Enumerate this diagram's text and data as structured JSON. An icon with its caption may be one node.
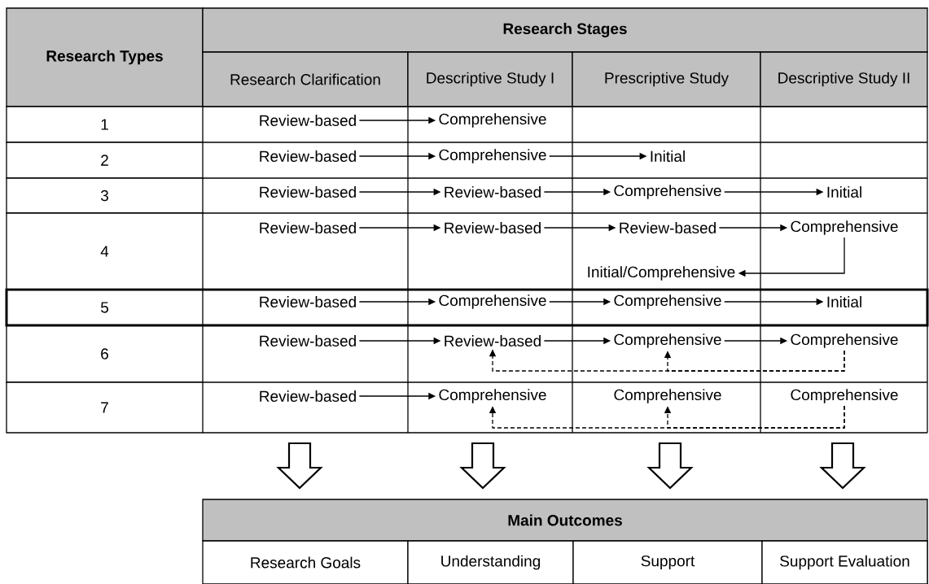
{
  "diagram": {
    "nodes": [
      {
        "text": [
          "Review-based"
        ]
      },
      {
        "text": [
          "Comprehensive"
        ]
      },
      {
        "text": [
          "Review-based"
        ]
      },
      {
        "text": [
          "Comprehensive"
        ]
      },
      {
        "text": [
          "Initial"
        ]
      },
      {
        "text": [
          "Review-based"
        ]
      },
      {
        "text": [
          "Review-based"
        ]
      },
      {
        "text": [
          "Comprehensive"
        ]
      },
      {
        "text": [
          "Initial"
        ]
      },
      {
        "text": [
          "Review-based"
        ]
      },
      {
        "text": [
          "Review-based"
        ]
      },
      {
        "text": [
          "Review-based"
        ]
      },
      {
        "text": [
          "Comprehensive"
        ]
      },
      {
        "text": [
          "Initial/Comprehensive"
        ]
      },
      {
        "text": [
          "Review-based"
        ]
      },
      {
        "text": [
          "Comprehensive"
        ]
      },
      {
        "text": [
          "Comprehensive"
        ]
      },
      {
        "text": [
          "Initial"
        ]
      },
      {
        "text": [
          "Review-based"
        ]
      },
      {
        "text": [
          "Review-based"
        ]
      },
      {
        "text": [
          "Comprehensive"
        ]
      },
      {
        "text": [
          "Comprehensive"
        ]
      },
      {
        "text": [
          "Review-based"
        ]
      },
      {
        "text": [
          "Comprehensive"
        ]
      },
      {
        "text": [
          "Comprehensive"
        ]
      },
      {
        "text": [
          "Comprehensive"
        ]
      }
    ],
    "edges": [
      {
        "from": 0,
        "to": 1,
        "arrow": "to"
      },
      {
        "from": 2,
        "to": 3,
        "arrow": "to"
      },
      {
        "from": 3,
        "to": 4,
        "arrow": "to"
      },
      {
        "from": 5,
        "to": 6,
        "arrow": "to"
      },
      {
        "from": 6,
        "to": 7,
        "arrow": "to"
      },
      {
        "from": 7,
        "to": 8,
        "arrow": "to"
      },
      {
        "from": 9,
        "to": 10,
        "arrow": "to"
      },
      {
        "from": 10,
        "to": 11,
        "arrow": "to"
      },
      {
        "from": 11,
        "to": 12,
        "arrow": "to"
      },
      {
        "from": 12,
        "to": 13,
        "arrow": "to"
      },
      {
        "from": 14,
        "to": 15,
        "arrow": "to"
      },
      {
        "from": 15,
        "to": 16,
        "arrow": "to"
      },
      {
        "from": 16,
        "to": 17,
        "arrow": "to"
      },
      {
        "from": 18,
        "to": 19,
        "arrow": "to"
      },
      {
        "from": 19,
        "to": 20,
        "arrow": "to"
      },
      {
        "from": 20,
        "to": 21,
        "arrow": "to"
      },
      {
        "from": 21,
        "to": 19,
        "arrow": "to",
        "style": "dashed"
      },
      {
        "from": 21,
        "to": 20,
        "arrow": "to",
        "style": "dashed"
      },
      {
        "from": 22,
        "to": 23,
        "arrow": "to"
      },
      {
        "from": 25,
        "to": 23,
        "arrow": "to",
        "style": "dashed"
      },
      {
        "from": 25,
        "to": 24,
        "arrow": "to",
        "style": "dashed"
      }
    ],
    "labels": [
      "Research Types",
      "Research Stages",
      "Research Clarification",
      "Descriptive Study I",
      "Prescriptive Study",
      "Descriptive Study II",
      "1",
      "2",
      "3",
      "4",
      "5",
      "6",
      "7",
      "Main Outcomes",
      "Research Goals",
      "Understanding",
      "Support",
      "Support Evaluation"
    ]
  }
}
